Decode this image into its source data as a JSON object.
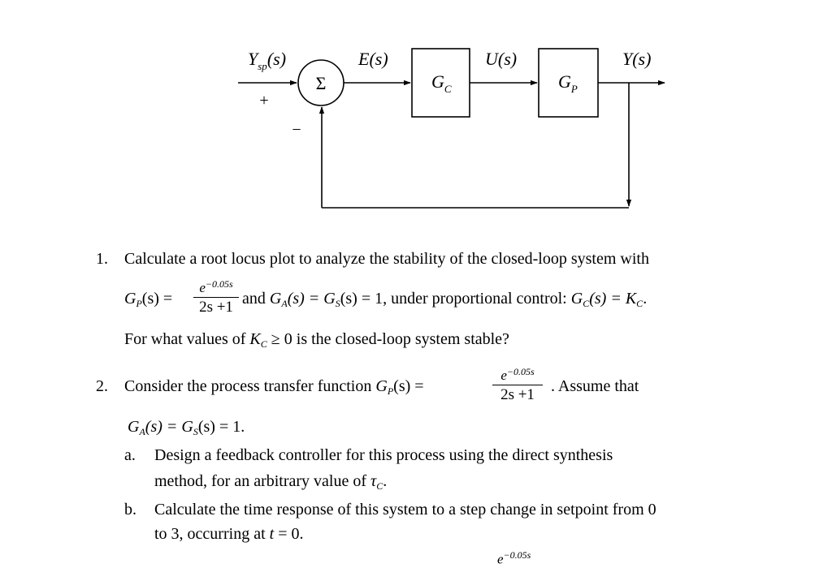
{
  "diagram": {
    "sigma": "Σ",
    "plus": "+",
    "minus": "−",
    "input_label": "Y",
    "input_label_sub": "sp",
    "input_label_arg": "(s)",
    "error_label": "E(s)",
    "controller_label": "G",
    "controller_label_sub": "C",
    "control_label": "U(s)",
    "process_label": "G",
    "process_label_sub": "P",
    "output_label": "Y(s)"
  },
  "problem1": {
    "number": "1.",
    "line1": "Calculate a root locus plot to analyze the stability of the closed-loop system with",
    "gp_lhs": "G",
    "gp_sub": "P",
    "gp_arg": "(s) =",
    "frac_num_base": "e",
    "frac_num_exp": "−0.05s",
    "frac_den": "2s +1",
    "and_text": "and",
    "ga_text": "G",
    "ga_sub": "A",
    "ga_mid": "(s) = G",
    "gs_sub": "S",
    "ga_end": "(s) = 1,",
    "under_text": "under proportional control:",
    "gc_text": "G",
    "gc_sub": "C",
    "gc_mid": "(s) = K",
    "kc_sub": "C",
    "gc_end": ".",
    "line3_a": "For what values of",
    "line3_k": "K",
    "line3_ksub": "C",
    "line3_b": "≥ 0",
    "line3_c": "is the closed-loop system stable?"
  },
  "problem2": {
    "number": "2.",
    "line1": "Consider the process transfer function",
    "gp_lhs": "G",
    "gp_sub": "P",
    "gp_arg": "(s) =",
    "frac_num_base": "e",
    "frac_num_exp": "−0.05s",
    "frac_den": "2s +1",
    "assume": ". Assume that",
    "ga_line_g": "G",
    "ga_line_sub": "A",
    "ga_line_mid": "(s) = G",
    "ga_line_sub2": "S",
    "ga_line_end": "(s) = 1.",
    "a_label": "a.",
    "a_line1": "Design a feedback controller for this process using the direct synthesis",
    "a_line2": "method, for an arbitrary value of",
    "a_tau": "τ",
    "a_tau_sub": "C",
    "a_end": ".",
    "b_label": "b.",
    "b_line1": "Calculate the time response of this system to a step change in setpoint from 0",
    "b_line2_a": "to 3, occurring at",
    "b_t": "t",
    "b_line2_b": "= 0.",
    "cut_exp": "−0.05s"
  }
}
